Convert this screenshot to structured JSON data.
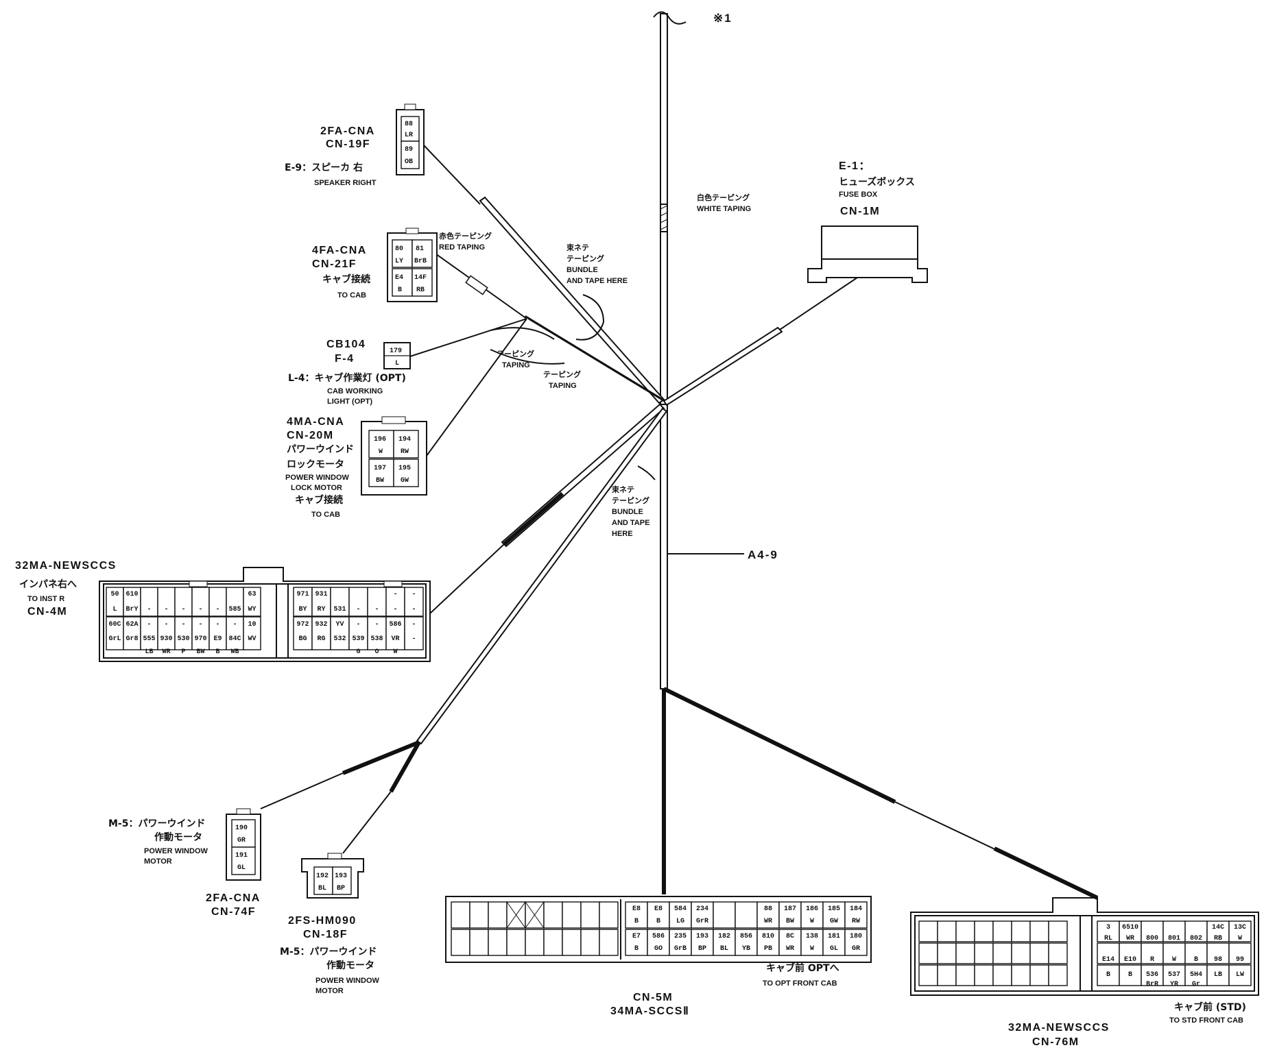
{
  "mark": "※1",
  "a4_9": "A4-9",
  "white_taping": {
    "jp": "白色テーピング",
    "en": "WHITE TAPING"
  },
  "red_taping": {
    "jp": "赤色テーピング",
    "en": "RED TAPING"
  },
  "bundle1": {
    "jp1": "束ネテ",
    "jp2": "テーピング",
    "en1": "BUNDLE",
    "en2": "AND TAPE HERE"
  },
  "bundle2": {
    "jp1": "束ネテ",
    "jp2": "テーピング",
    "en1": "BUNDLE",
    "en2": "AND TAPE",
    "en3": "HERE"
  },
  "taping1": {
    "jp": "テーピング",
    "en": "TAPING"
  },
  "taping2": {
    "jp": "テーピング",
    "en": "TAPING"
  },
  "cn19f": {
    "l1": "2FA-CNA",
    "l2": "CN-19F",
    "l3": "E-9：スピーカ 右",
    "l4": "SPEAKER RIGHT",
    "pins": [
      [
        "88",
        "LR"
      ],
      [
        "89",
        "OB"
      ]
    ]
  },
  "cn21f": {
    "l1": "4FA-CNA",
    "l2": "CN-21F",
    "l3": "キャブ接続",
    "l4": "TO CAB",
    "pins": [
      [
        "80",
        "81"
      ],
      [
        "LY",
        "BrB"
      ],
      [
        "E4",
        "14F"
      ],
      [
        "B",
        "RB"
      ]
    ]
  },
  "cb104": {
    "l1": "CB104",
    "l2": "F-4",
    "l3": "L-4：キャブ作業灯 (OPT)",
    "l4": "CAB WORKING",
    "l5": "LIGHT (OPT)",
    "pins": [
      "179",
      "L"
    ]
  },
  "cn20m": {
    "l1": "4MA-CNA",
    "l2": "CN-20M",
    "l3": "パワーウインド",
    "l4": "ロックモータ",
    "l5": "POWER WINDOW",
    "l6": "LOCK MOTOR",
    "l7": "キャブ接続",
    "l8": "TO CAB",
    "pins": [
      [
        "196",
        "194"
      ],
      [
        "W",
        "RW"
      ],
      [
        "197",
        "195"
      ],
      [
        "BW",
        "GW"
      ]
    ]
  },
  "cn1m": {
    "l1": "E-1：",
    "l2": "ヒューズボックス",
    "l3": "FUSE BOX",
    "l4": "CN-1M"
  },
  "cn4m": {
    "l1": "32MA-NEWSCCS",
    "l2": "インパネ右へ",
    "l3": "TO INST R",
    "l4": "CN-4M",
    "left_top": [
      "50",
      "610",
      "",
      "",
      "",
      "",
      "",
      "",
      "63"
    ],
    "left_top2": [
      "L",
      "BrY",
      "-",
      "-",
      "-",
      "-",
      "-",
      "585",
      "WY"
    ],
    "left_bot": [
      "60C",
      "62A",
      "-",
      "-",
      "-",
      "-",
      "-",
      "-",
      "10"
    ],
    "left_bot2": [
      "GrL",
      "Gr8",
      "555",
      "930",
      "530",
      "970",
      "E9",
      "84C",
      "WV"
    ],
    "left_bot3": [
      "",
      "",
      "LB",
      "WR",
      "P",
      "BW",
      "B",
      "WB",
      ""
    ],
    "right_top": [
      "971",
      "931",
      "",
      "",
      "",
      "-",
      "-"
    ],
    "right_top2": [
      "BY",
      "RY",
      "531",
      "-",
      "-",
      "-",
      "-"
    ],
    "right_bot": [
      "972",
      "932",
      "YV",
      "-",
      "-",
      "586",
      "-"
    ],
    "right_bot2": [
      "BG",
      "RG",
      "532",
      "539",
      "538",
      "VR",
      "-"
    ],
    "right_bot3": [
      "",
      "",
      "",
      "G",
      "O",
      "W",
      ""
    ]
  },
  "cn74f": {
    "l1": "M-5：パワーウインド",
    "l2": "作動モータ",
    "l3": "POWER WINDOW",
    "l4": "MOTOR",
    "l5": "2FA-CNA",
    "l6": "CN-74F",
    "pins": [
      [
        "190",
        "GR"
      ],
      [
        "191",
        "GL"
      ]
    ]
  },
  "cn18f": {
    "l1": "2FS-HM090",
    "l2": "CN-18F",
    "l3": "M-5：パワーウインド",
    "l4": "作動モータ",
    "l5": "POWER WINDOW",
    "l6": "MOTOR",
    "pins": [
      [
        "192",
        "193"
      ],
      [
        "BL",
        "BP"
      ]
    ]
  },
  "cn5m": {
    "l1": "CN-5M",
    "l2": "34MA-SCCSⅡ",
    "l3": "キャブ前 OPTへ",
    "l4": "TO OPT FRONT CAB",
    "right_top": [
      "E8",
      "E8",
      "584",
      "234",
      "",
      "",
      "88",
      "187",
      "186",
      "185",
      "184"
    ],
    "right_top2": [
      "B",
      "B",
      "LG",
      "GrR",
      "",
      "",
      "WR",
      "BW",
      "W",
      "GW",
      "RW"
    ],
    "right_bot": [
      "E7",
      "586",
      "235",
      "193",
      "182",
      "856",
      "810",
      "8C",
      "138",
      "181",
      "180"
    ],
    "right_bot2": [
      "B",
      "GO",
      "GrB",
      "BP",
      "BL",
      "YB",
      "PB",
      "WR",
      "W",
      "GL",
      "GR"
    ]
  },
  "cn76m": {
    "l1": "32MA-NEWSCCS",
    "l2": "CN-76M",
    "l3": "キャブ前 (STD)",
    "l4": "TO STD FRONT CAB",
    "right_top": [
      "3",
      "6510",
      "",
      "",
      "",
      "14C",
      "13C"
    ],
    "right_top2": [
      "RL",
      "WR",
      "800",
      "801",
      "802",
      "RB",
      "W"
    ],
    "right_mid": [
      "E14",
      "E10",
      "R",
      "W",
      "B",
      "98",
      "99"
    ],
    "right_bot": [
      "B",
      "B",
      "536",
      "537",
      "5H4",
      "LB",
      "LW"
    ],
    "right_bot2": [
      "",
      "",
      "BrR",
      "YR",
      "Gr",
      "",
      ""
    ]
  }
}
